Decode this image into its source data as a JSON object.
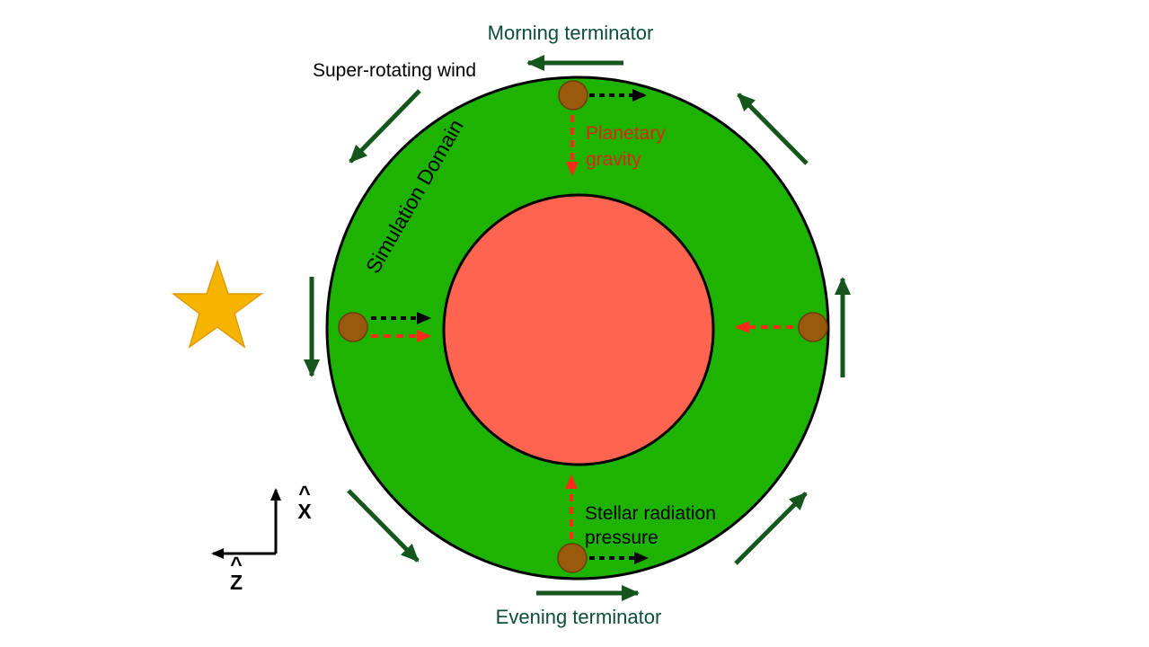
{
  "labels": {
    "morning_terminator": "Morning terminator",
    "evening_terminator": "Evening terminator",
    "super_rotating_wind": "Super-rotating wind",
    "simulation_domain": "Simulation Domain",
    "planetary_gravity_line1": "Planetary",
    "planetary_gravity_line2": "gravity",
    "stellar_radiation_line1": "Stellar radiation",
    "stellar_radiation_line2": "pressure",
    "axis_x": "X",
    "axis_z": "Z",
    "axis_hat": "^"
  },
  "colors": {
    "domain_ring": "#1db300",
    "planet": "#ff6450",
    "star": "#f5b400",
    "wind_arrow": "#14561b",
    "particle": "#9a5a0e",
    "gravity_arrow": "#ff2a1a",
    "wind_motion_arrow": "#000000",
    "teal_text": "#0b4d3a"
  },
  "icons": {
    "star": "star-icon",
    "particle": "dust-particle"
  }
}
